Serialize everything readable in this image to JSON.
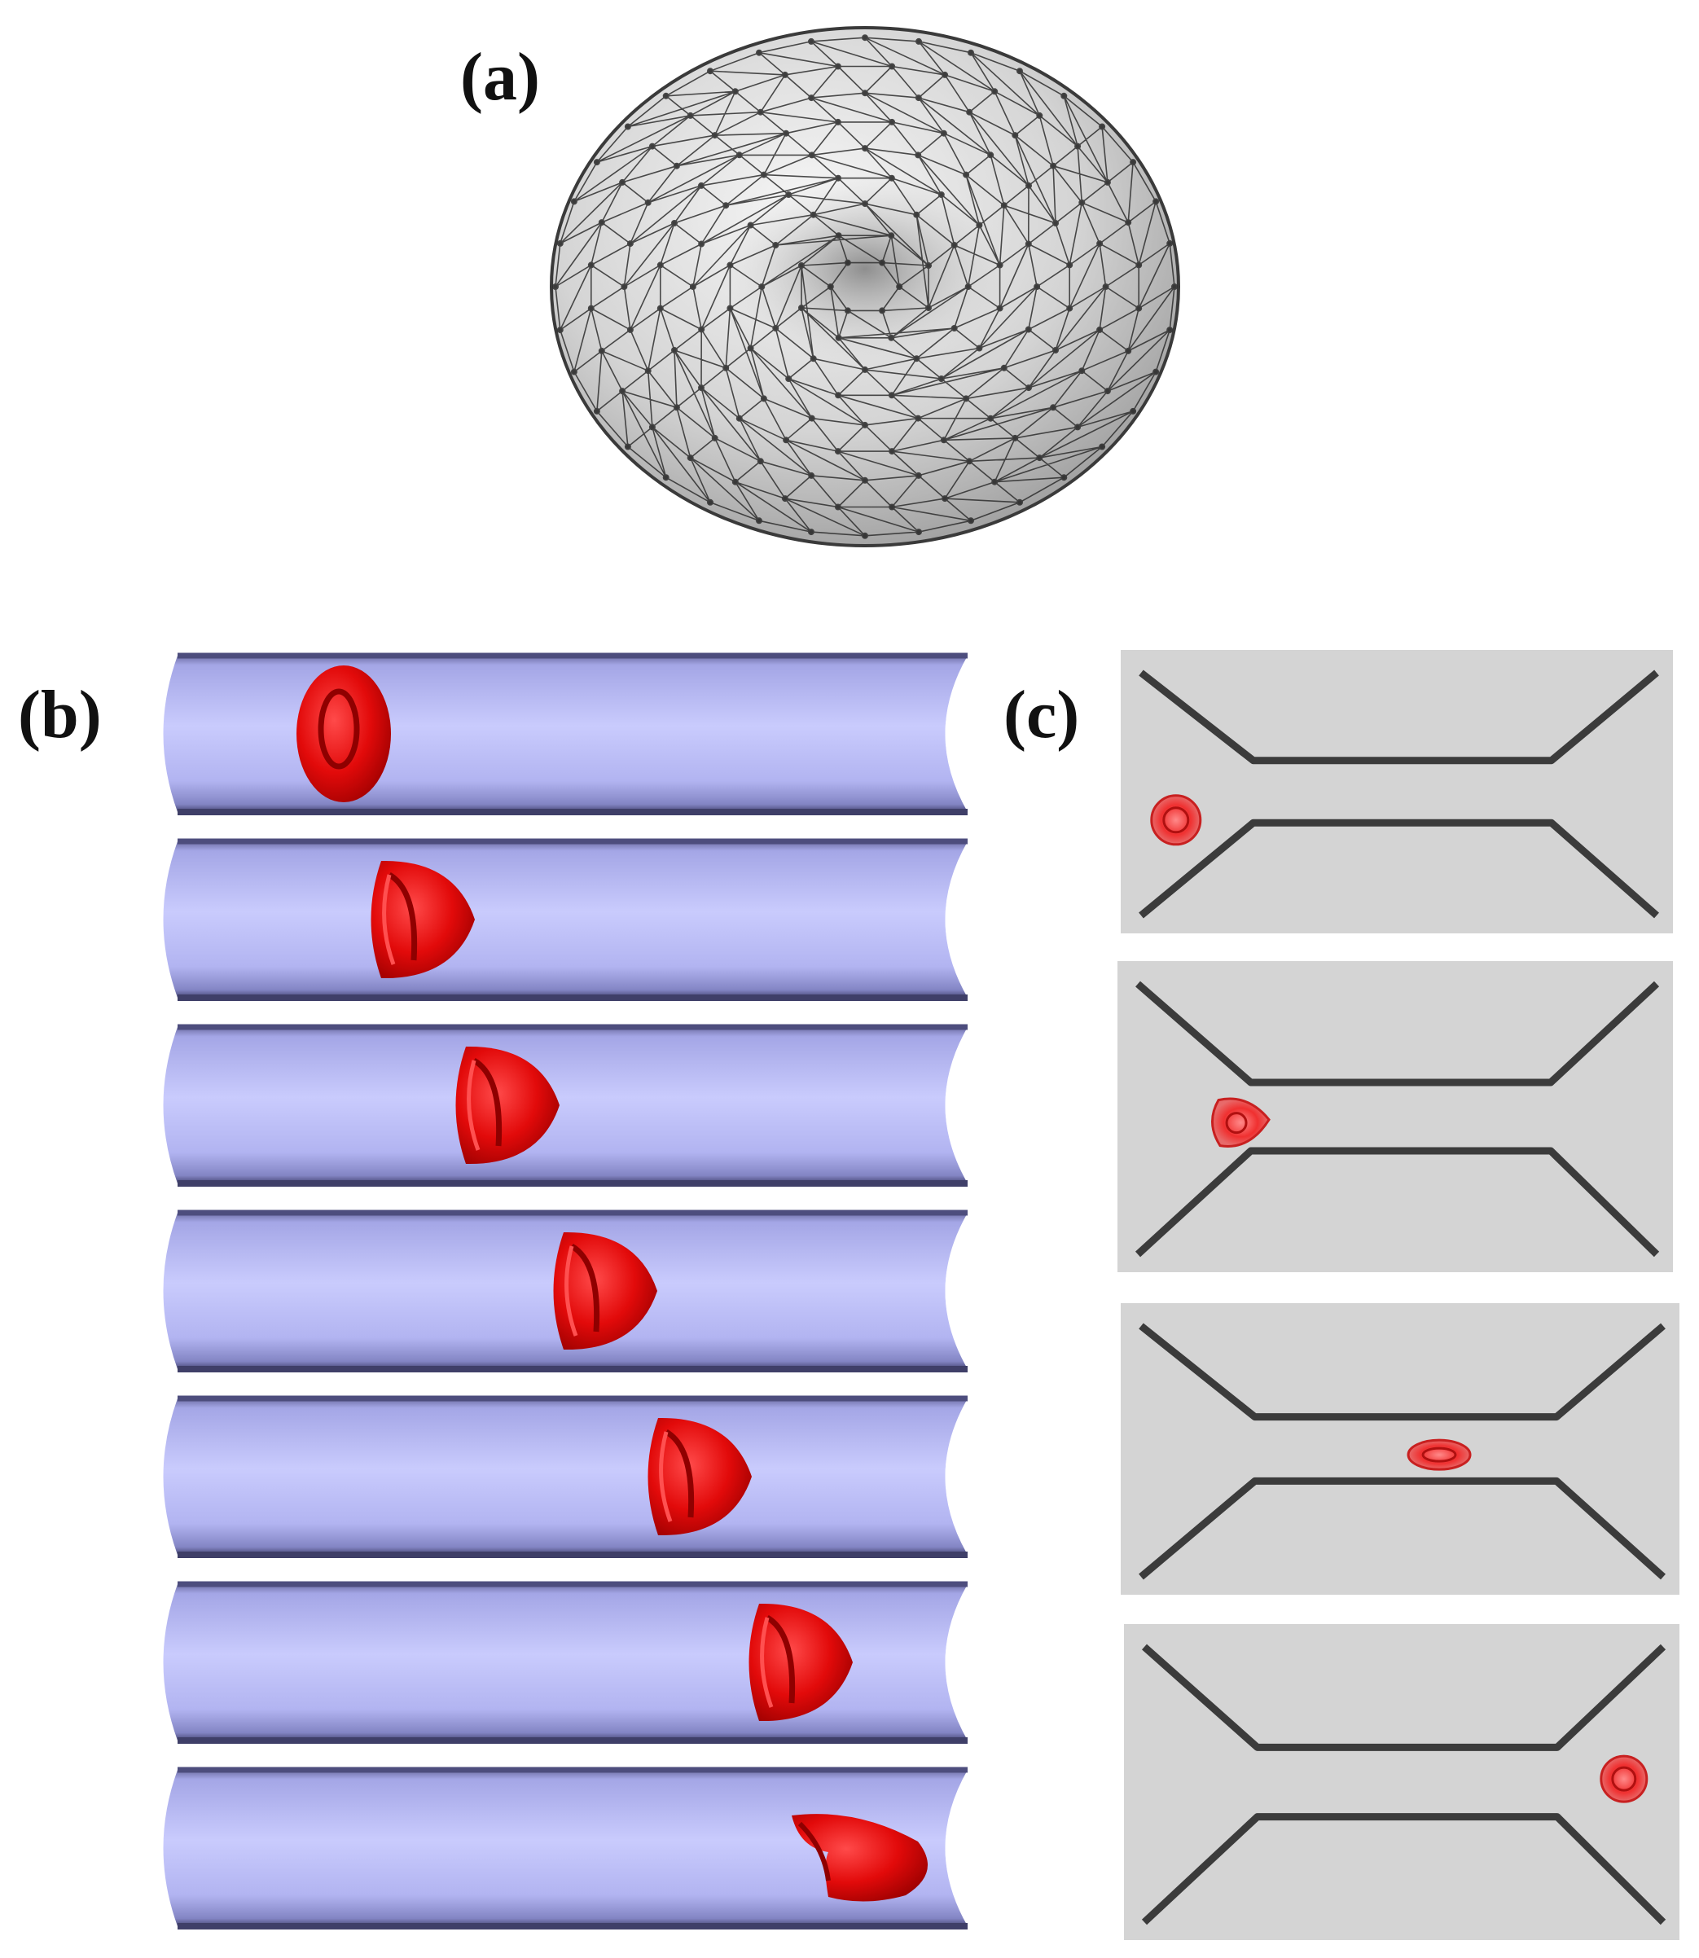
{
  "panels": {
    "a": {
      "label": "(a)",
      "subject": "red-blood-cell-mesh"
    },
    "b": {
      "label": "(b)",
      "subject": "cell-in-tube-sequence",
      "frame_count": 7
    },
    "c": {
      "label": "(c)",
      "subject": "cell-through-constriction-sequence",
      "frame_count": 4
    }
  },
  "colors": {
    "background": "#ffffff",
    "mesh_fill": "#cfcfcf",
    "mesh_edges": "#2a2a2a",
    "tube_light": "#c4c6fb",
    "tube_mid": "#a9abec",
    "tube_dark": "#4d4d7d",
    "cell_red": "#e30d0d",
    "cell_dark": "#8f0000",
    "channel_bg": "#d4d4d4",
    "channel_wall": "#3b3b3b"
  }
}
